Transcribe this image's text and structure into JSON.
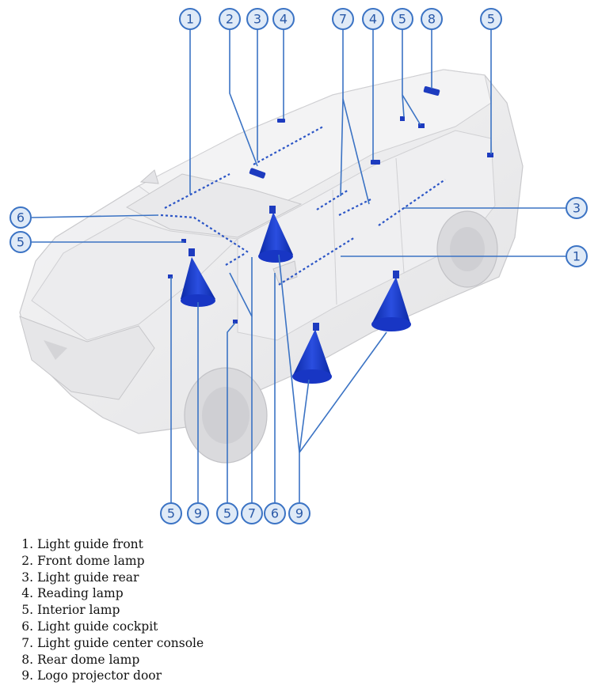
{
  "callouts": {
    "top": [
      "1",
      "2",
      "3",
      "4",
      "7",
      "4",
      "5",
      "8",
      "5"
    ],
    "right": [
      "3",
      "1"
    ],
    "left": [
      "6",
      "5"
    ],
    "bottom": [
      "5",
      "9",
      "5",
      "7",
      "6",
      "9"
    ]
  },
  "legend": [
    {
      "num": "1.",
      "label": "Light guide front"
    },
    {
      "num": "2.",
      "label": "Front dome lamp"
    },
    {
      "num": "3.",
      "label": "Light guide rear"
    },
    {
      "num": "4.",
      "label": "Reading lamp"
    },
    {
      "num": "5.",
      "label": "Interior lamp"
    },
    {
      "num": "6.",
      "label": "Light guide cockpit"
    },
    {
      "num": "7.",
      "label": "Light guide center console"
    },
    {
      "num": "8.",
      "label": "Rear dome lamp"
    },
    {
      "num": "9.",
      "label": "Logo projector door"
    }
  ],
  "colors": {
    "callout_stroke": "#3b73c4",
    "callout_fill": "#dfeaf7",
    "projector_cone": "#1c3cc9",
    "car_body": "#eeeeef"
  }
}
